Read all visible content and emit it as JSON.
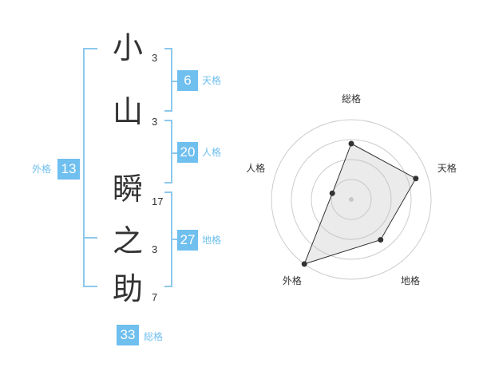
{
  "name": {
    "characters": [
      {
        "char": "小",
        "strokes": "3"
      },
      {
        "char": "山",
        "strokes": "3"
      },
      {
        "char": "瞬",
        "strokes": "17"
      },
      {
        "char": "之",
        "strokes": "3"
      },
      {
        "char": "助",
        "strokes": "7"
      }
    ]
  },
  "fortune": {
    "tenkaku": {
      "value": "6",
      "label": "天格"
    },
    "jinkaku": {
      "value": "20",
      "label": "人格"
    },
    "chikaku": {
      "value": "27",
      "label": "地格"
    },
    "gaikaku": {
      "value": "13",
      "label": "外格"
    },
    "soukaku": {
      "value": "33",
      "label": "総格"
    }
  },
  "colors": {
    "accent": "#6fbfef",
    "bracket": "#8cc8ec",
    "text": "#333333"
  },
  "chart_data": {
    "type": "radar",
    "axes": [
      "総格",
      "天格",
      "地格",
      "外格",
      "人格"
    ],
    "rings": 4,
    "max": 4,
    "values": [
      2.8,
      3.4,
      2.5,
      4.0,
      1.0
    ]
  }
}
